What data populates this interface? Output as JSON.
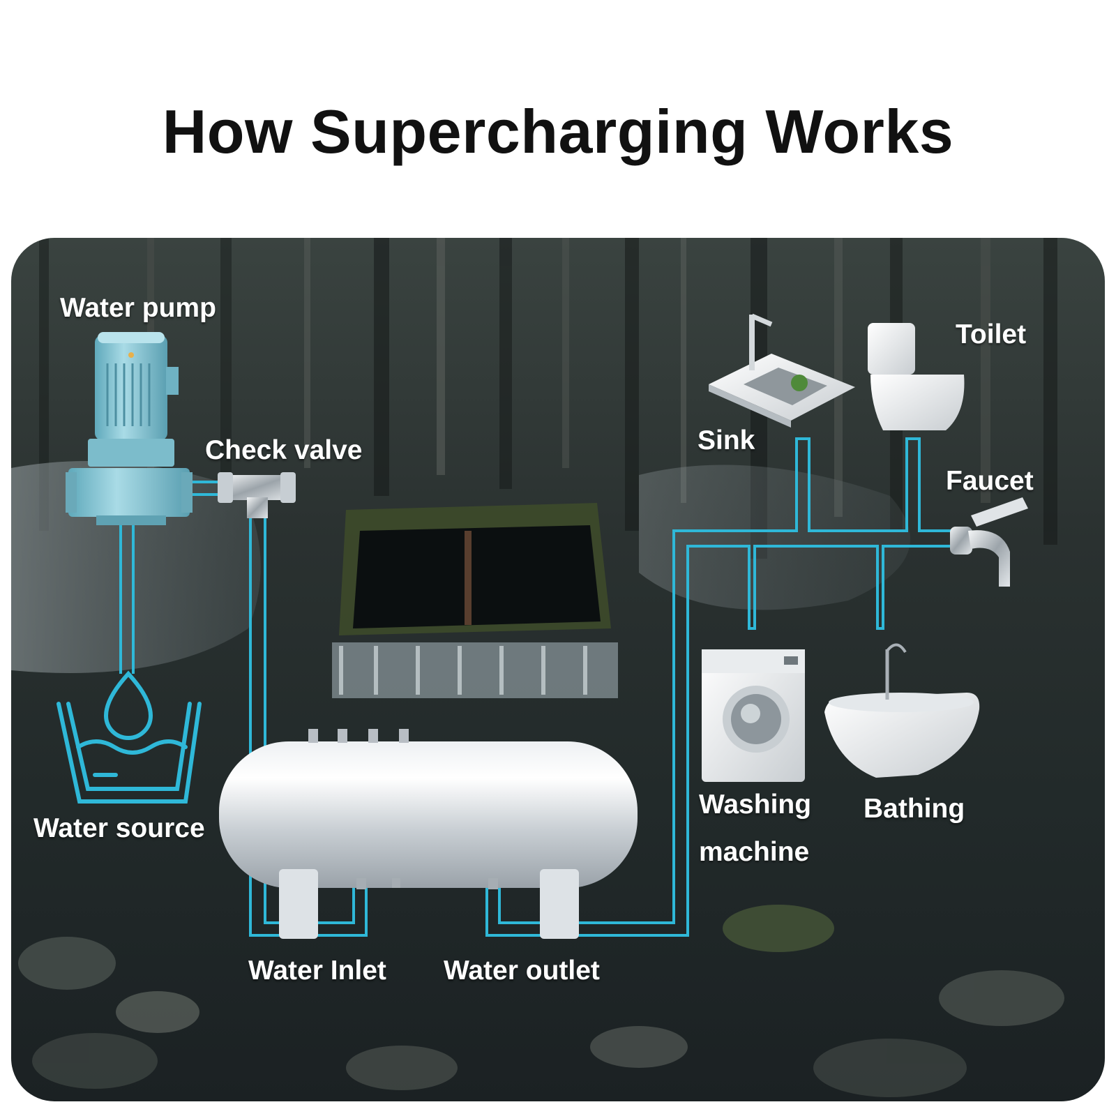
{
  "title": "How Supercharging Works",
  "colors": {
    "pipe": "#2fb8d8",
    "pipe_inner": "#0f2a3c",
    "pump": "#8ecbd8",
    "tank": "#d9dee3",
    "forest_dark": "#141b1c",
    "label": "#ffffff"
  },
  "labels": {
    "water_pump": "Water pump",
    "check_valve": "Check valve",
    "water_source": "Water source",
    "water_inlet": "Water Inlet",
    "water_outlet": "Water outlet",
    "sink": "Sink",
    "toilet": "Toilet",
    "faucet": "Faucet",
    "washing_machine_line1": "Washing",
    "washing_machine_line2": "machine",
    "bathing": "Bathing"
  }
}
